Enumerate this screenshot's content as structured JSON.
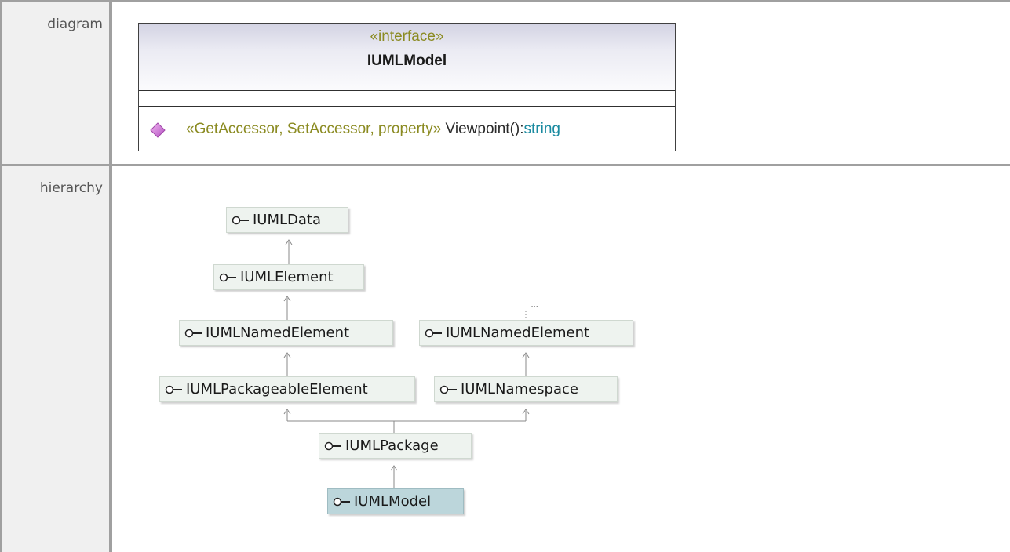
{
  "rows": {
    "diagram_label": "diagram",
    "hierarchy_label": "hierarchy"
  },
  "class_box": {
    "stereotype": "«interface»",
    "name": "IUMLModel",
    "operation": {
      "icon": "diamond-operation-icon",
      "stereotype": "«GetAccessor, SetAccessor, property»",
      "name": " Viewpoint():",
      "type": "string"
    }
  },
  "hierarchy": {
    "nodes": {
      "iumldata": "IUMLData",
      "iumlelement": "IUMLElement",
      "iumlnamedelement_left": "IUMLNamedElement",
      "iumlnamedelement_right": "IUMLNamedElement",
      "iumlpackageableelement": "IUMLPackageableElement",
      "iumlnamespace": "IUMLNamespace",
      "iumlpackage": "IUMLPackage",
      "iumlmodel": "IUMLModel"
    },
    "ellipsis": "...",
    "icon": "interface-lollipop-icon"
  },
  "colors": {
    "stereotype": "#8b8b22",
    "type": "#1a8aa0",
    "operation_icon": "#d26fd2",
    "node_bg": "#eef3ef",
    "selected_node_bg": "#bcd6db"
  }
}
